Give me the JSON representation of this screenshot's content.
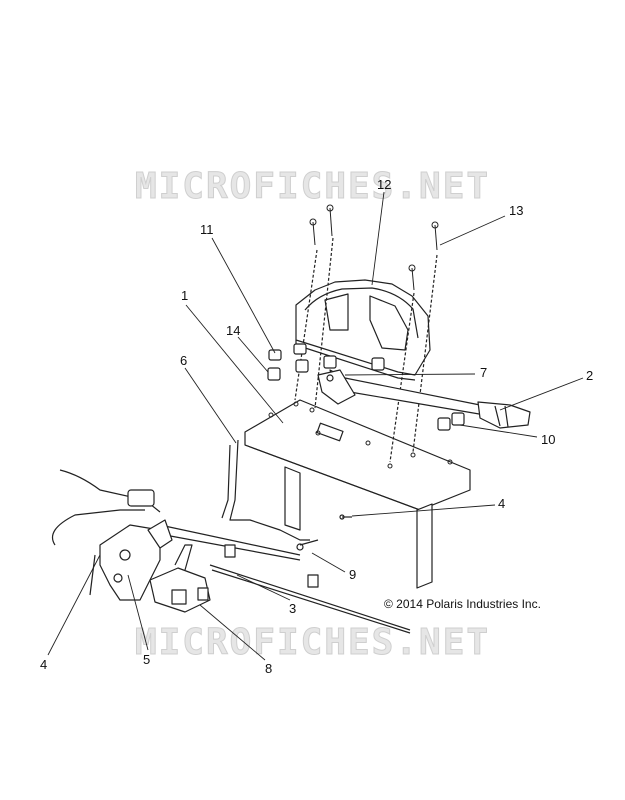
{
  "watermark": "MICROFICHES.NET",
  "copyright": "© 2014 Polaris Industries Inc.",
  "callouts": [
    "1",
    "2",
    "3",
    "4",
    "4",
    "5",
    "6",
    "7",
    "8",
    "9",
    "10",
    "11",
    "12",
    "13",
    "14"
  ]
}
